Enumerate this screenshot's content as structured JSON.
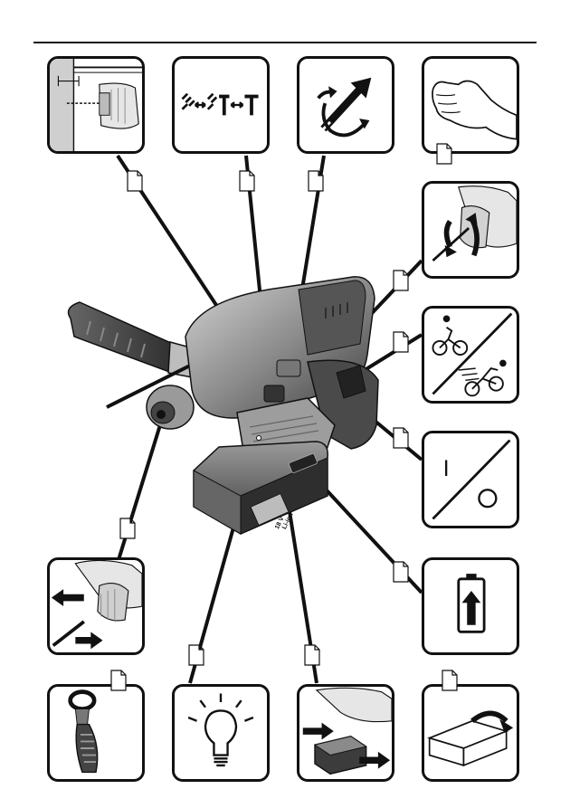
{
  "page": {
    "top_rule": true
  },
  "panels": {
    "depth_stop": {
      "icon": "depth-stop-icon"
    },
    "mode_select": {
      "icon": "mode-selector-icon",
      "symbols": "⟷ ⊤ ⟷ ⊤"
    },
    "rotation": {
      "icon": "rotation-mode-icon"
    },
    "hand": {
      "icon": "hand-icon"
    },
    "chuck_rotate": {
      "icon": "chuck-rotation-icon"
    },
    "speed": {
      "icon": "speed-slow-fast-icon"
    },
    "onoff": {
      "icon": "on-off-switch-icon",
      "on_symbol": "I",
      "off_symbol": "O"
    },
    "battery_charge": {
      "icon": "battery-charge-icon"
    },
    "bit_insert": {
      "icon": "bit-insert-icon"
    },
    "aux_handle": {
      "icon": "auxiliary-handle-icon"
    },
    "work_light": {
      "icon": "work-light-icon"
    },
    "battery_insert": {
      "icon": "battery-insert-icon"
    },
    "case": {
      "icon": "carrying-case-icon"
    }
  },
  "battery_label": {
    "voltage": "18 V",
    "chemistry": "Li-ion"
  },
  "colors": {
    "line": "#111111",
    "body_dark": "#3a3a3a",
    "body_mid": "#8a8a8a",
    "body_light": "#c9c9c9"
  }
}
